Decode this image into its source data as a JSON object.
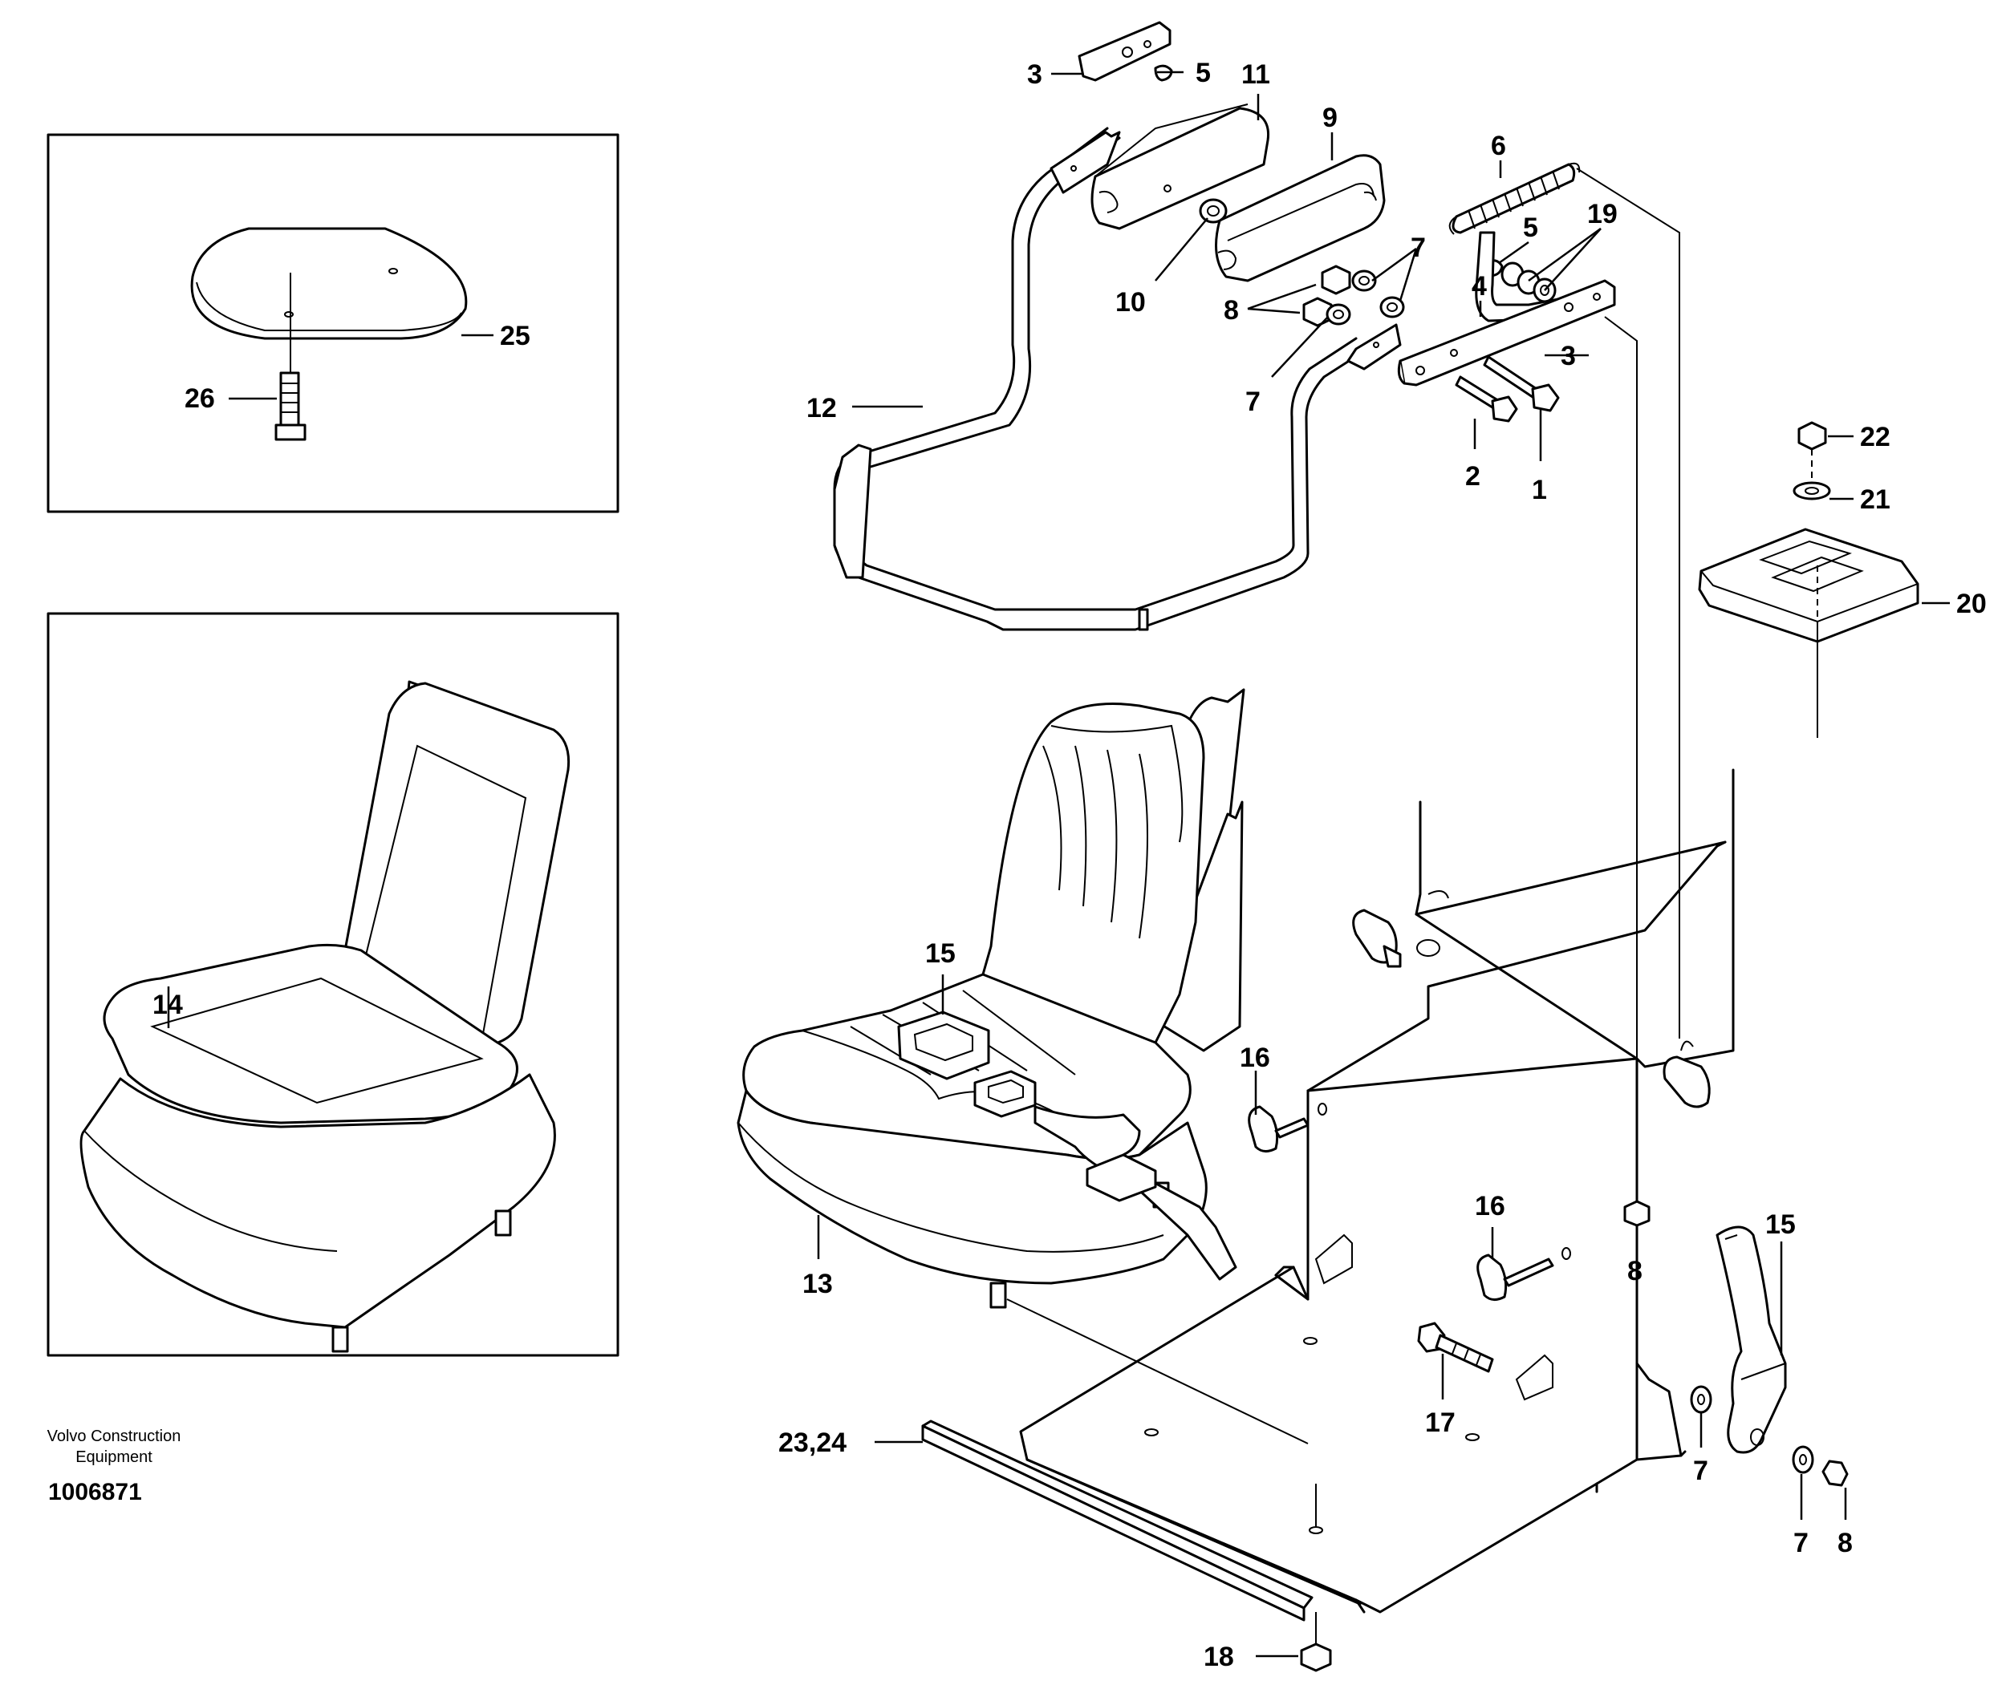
{
  "brand": {
    "line1": "Volvo Construction",
    "line2": "Equipment"
  },
  "drawing_number": "1006871",
  "callouts": [
    {
      "id": "c-3-top",
      "label": "3"
    },
    {
      "id": "c-5-top",
      "label": "5"
    },
    {
      "id": "c-11",
      "label": "11"
    },
    {
      "id": "c-9",
      "label": "9"
    },
    {
      "id": "c-6",
      "label": "6"
    },
    {
      "id": "c-5-mid",
      "label": "5"
    },
    {
      "id": "c-19",
      "label": "19"
    },
    {
      "id": "c-7-a",
      "label": "7"
    },
    {
      "id": "c-10",
      "label": "10"
    },
    {
      "id": "c-8-a",
      "label": "8"
    },
    {
      "id": "c-4",
      "label": "4"
    },
    {
      "id": "c-3-mid",
      "label": "3"
    },
    {
      "id": "c-7-b",
      "label": "7"
    },
    {
      "id": "c-12",
      "label": "12"
    },
    {
      "id": "c-2",
      "label": "2"
    },
    {
      "id": "c-1",
      "label": "1"
    },
    {
      "id": "c-22",
      "label": "22"
    },
    {
      "id": "c-21",
      "label": "21"
    },
    {
      "id": "c-20",
      "label": "20"
    },
    {
      "id": "c-25",
      "label": "25"
    },
    {
      "id": "c-26",
      "label": "26"
    },
    {
      "id": "c-14",
      "label": "14"
    },
    {
      "id": "c-15-a",
      "label": "15"
    },
    {
      "id": "c-16-a",
      "label": "16"
    },
    {
      "id": "c-13",
      "label": "13"
    },
    {
      "id": "c-16-b",
      "label": "16"
    },
    {
      "id": "c-8-b",
      "label": "8"
    },
    {
      "id": "c-15-b",
      "label": "15"
    },
    {
      "id": "c-17",
      "label": "17"
    },
    {
      "id": "c-23-24",
      "label": "23,24"
    },
    {
      "id": "c-7-c",
      "label": "7"
    },
    {
      "id": "c-7-d",
      "label": "7"
    },
    {
      "id": "c-8-c",
      "label": "8"
    },
    {
      "id": "c-18",
      "label": "18"
    }
  ]
}
